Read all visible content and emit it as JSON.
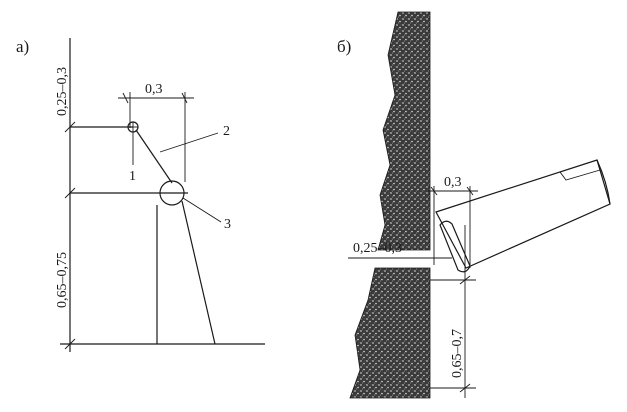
{
  "panel_a": {
    "label": "а)",
    "dim_top_width": "0,3",
    "dim_upper_height": "0,25–0,3",
    "dim_lower_height": "0,65–0,75",
    "callout_1": "1",
    "callout_2": "2",
    "callout_3": "3"
  },
  "panel_b": {
    "label": "б)",
    "dim_width": "0,3",
    "dim_gap": "0,25–0,3",
    "dim_height": "0,65–0,7"
  }
}
